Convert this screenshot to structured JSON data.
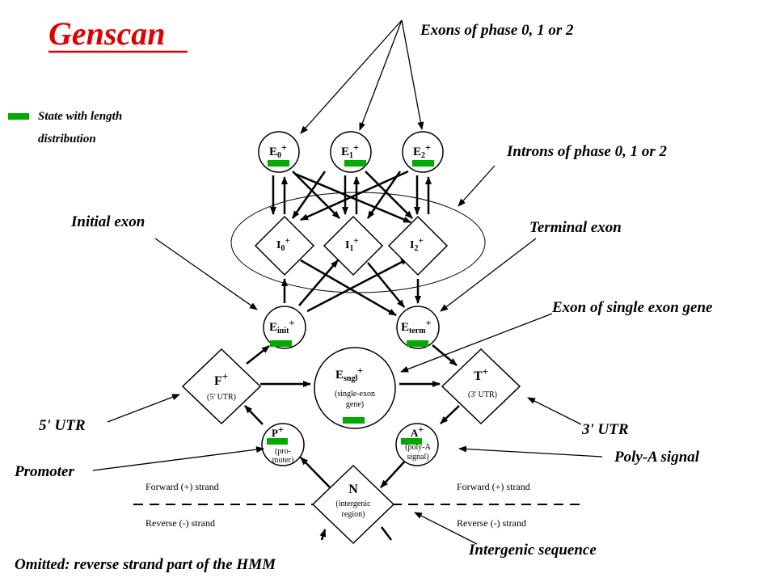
{
  "title": "Genscan",
  "legend": {
    "line1": "State with length",
    "line2": "distribution",
    "color": "#00aa00"
  },
  "labels": {
    "exons_phase": "Exons of phase 0, 1 or 2",
    "introns_phase": "Introns of phase 0, 1 or 2",
    "initial_exon": "Initial exon",
    "terminal_exon": "Terminal exon",
    "exon_single": "Exon of single exon gene",
    "utr5": "5' UTR",
    "utr3": "3' UTR",
    "poly_a_signal": "Poly-A signal",
    "promoter": "Promoter",
    "intergenic_sequence": "Intergenic sequence",
    "omitted": "Omitted: reverse strand part of the HMM"
  },
  "nodes": {
    "e0": {
      "main": "E",
      "sub": "0",
      "sup": "+"
    },
    "e1": {
      "main": "E",
      "sub": "1",
      "sup": "+"
    },
    "e2": {
      "main": "E",
      "sub": "2",
      "sup": "+"
    },
    "i0": {
      "main": "I",
      "sub": "0",
      "sup": "+"
    },
    "i1": {
      "main": "I",
      "sub": "1",
      "sup": "+"
    },
    "i2": {
      "main": "I",
      "sub": "2",
      "sup": "+"
    },
    "einit": {
      "main": "E",
      "sub": "init",
      "sup": "+"
    },
    "eterm": {
      "main": "E",
      "sub": "term",
      "sup": "+"
    },
    "esngl": {
      "main": "E",
      "sub": "sngl",
      "sup": "+",
      "desc1": "(single-exon",
      "desc2": "gene)"
    },
    "f": {
      "main": "F",
      "sup": "+",
      "desc": "(5' UTR)"
    },
    "t": {
      "main": "T",
      "sup": "+",
      "desc": "(3' UTR)"
    },
    "p": {
      "main": "P",
      "sup": "+",
      "desc1": "(pro-",
      "desc2": "moter)"
    },
    "a": {
      "main": "A",
      "sup": "+",
      "desc1": "(poly-A",
      "desc2": "signal)"
    },
    "n": {
      "main": "N",
      "desc1": "(intergenic",
      "desc2": "region)"
    }
  },
  "strands": {
    "forward_left": "Forward (+) strand",
    "forward_right": "Forward (+) strand",
    "reverse_left": "Reverse (-) strand",
    "reverse_right": "Reverse (-) strand"
  }
}
